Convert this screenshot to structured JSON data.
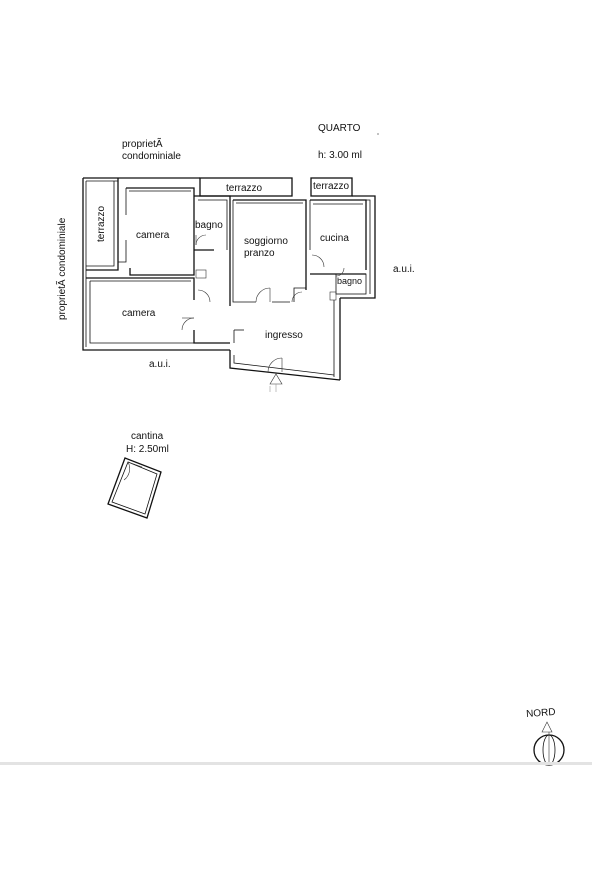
{
  "labels": {
    "floor_title": "QUARTO",
    "floor_height": "h: 3.00 ml",
    "proprieta_top_1": "proprietÃ",
    "proprieta_top_2": "condominiale",
    "proprieta_left": "proprietÃ  condominiale",
    "terrazzo_top": "terrazzo",
    "terrazzo_right": "terrazzo",
    "terrazzo_left": "terrazzo",
    "camera_1": "camera",
    "camera_2": "camera",
    "bagno_1": "bagno",
    "bagno_2": "bagno",
    "soggiorno_1": "soggiorno",
    "soggiorno_2": "pranzo",
    "cucina": "cucina",
    "ingresso": "ingresso",
    "aui_right": "a.u.i.",
    "aui_bottom": "a.u.i.",
    "cantina_1": "cantina",
    "cantina_2": "H: 2.50ml",
    "nord": "NORD"
  }
}
